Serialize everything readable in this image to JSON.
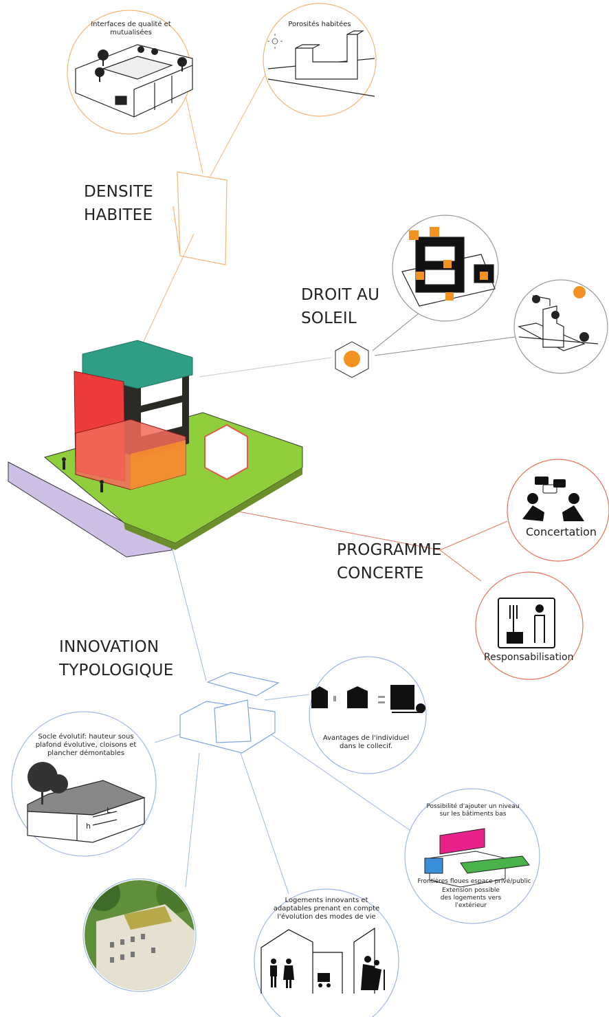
{
  "headings": {
    "densite": "DENSITE\nHABITEE",
    "droit": "DROIT AU\nSOLEIL",
    "programme": "PROGRAMME\nCONCERTE",
    "innovation": "INNOVATION\nTYPOLOGIQUE"
  },
  "bubbles": {
    "interfaces": "Interfaces de qualité et\nmutualisées",
    "porosites": "Porosités habitées",
    "concertation": "Concertation",
    "responsabilisation": "Responsabilisation",
    "avantages": "Avantages de l'individuel\ndans le collecif.",
    "socle": "Socle évolutif: hauteur sous\nplafond évolutive, cloisons et\nplancher démontables",
    "socle_h": "h",
    "socle_l": "L",
    "niveau": "Possibilité d'ajouter un niveau\nsur les bâtiments bas",
    "frontieres": "Frontières floues espace privé/public",
    "extension": "Extension possible\ndes logements vers\nl'extérieur",
    "logements": "Logements innovants et\nadaptables prenant en compte\nl'évolution des modes de vie"
  },
  "colors": {
    "orange_line": "#f5b574",
    "red_line": "#e8725a",
    "blue_line": "#9db8e6",
    "grey_line": "#c8c8c8",
    "teal_roof": "#2f9e86",
    "red_volume": "#ee3b3b",
    "green_ground": "#8fcf3c",
    "lavender_ground": "#cdbfe6",
    "sun_orange": "#f39220",
    "magenta": "#e8228a",
    "blue_box": "#3a8fd8"
  },
  "icons": [
    "sun-icon",
    "tree-icon",
    "people-talk-icon",
    "gardener-icon",
    "family-icon",
    "elderly-icon",
    "stroller-icon"
  ]
}
